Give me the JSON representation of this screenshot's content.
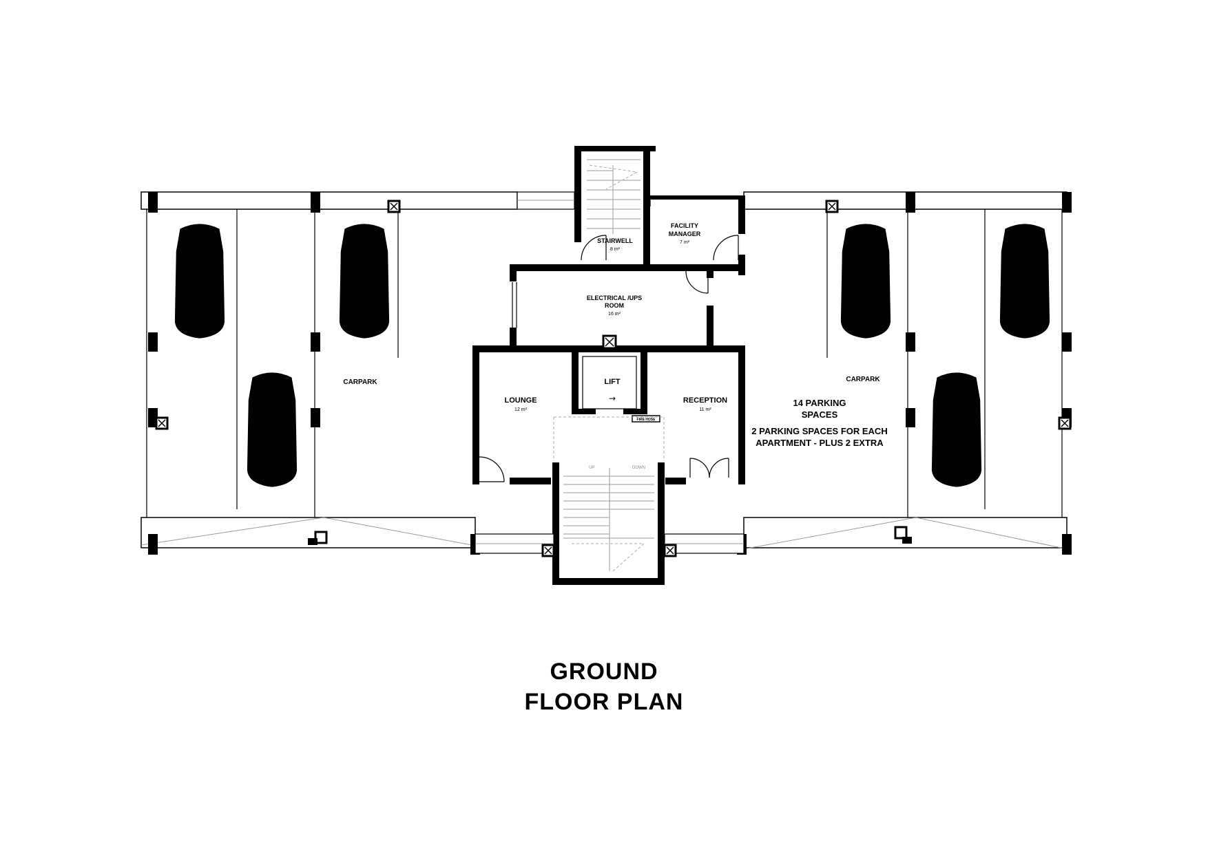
{
  "rooms": {
    "stairwell": {
      "name": "STAIRWELL",
      "area": "8 m²"
    },
    "facility_manager": {
      "name_line1": "FACILITY",
      "name_line2": "MANAGER",
      "area": "7 m²"
    },
    "electrical": {
      "name_line1": "ELECTRICAL /UPS",
      "name_line2": "ROOM",
      "area": "16 m²"
    },
    "lift": {
      "name": "LIFT"
    },
    "lounge": {
      "name": "LOUNGE",
      "area": "12 m²"
    },
    "reception": {
      "name": "RECEPTION",
      "area": "11 m²"
    },
    "carpark_left": {
      "name": "CARPARK"
    },
    "carpark_right": {
      "name": "CARPARK"
    }
  },
  "notes": {
    "parking_line1": "14 PARKING",
    "parking_line2": "SPACES",
    "parking_detail_line1": "2 PARKING SPACES FOR EACH",
    "parking_detail_line2": "APARTMENT - PLUS 2 EXTRA",
    "fire_hose": "FIRE HOSE"
  },
  "stair_marks": {
    "up": "UP",
    "down": "DOWN"
  },
  "title": {
    "line1": "GROUND",
    "line2": "FLOOR PLAN"
  },
  "colors": {
    "wall": "#000000",
    "floor": "#ffffff",
    "light_line": "#999999"
  }
}
